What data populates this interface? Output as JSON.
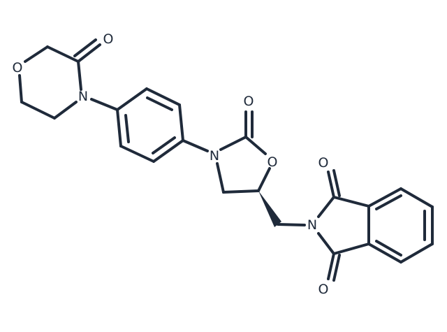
{
  "structure": {
    "stroke_color": "#1f2a3a",
    "background": "#ffffff",
    "atom_labels": {
      "morpholine_o": "O",
      "morpholine_keto_o": "O",
      "morpholine_n": "N",
      "oxazolidinone_keto_o": "O",
      "oxazolidinone_n": "N",
      "oxazolidinone_ring_o": "O",
      "phthalimide_top_o": "O",
      "phthalimide_n": "N",
      "phthalimide_bottom_o": "O"
    }
  }
}
